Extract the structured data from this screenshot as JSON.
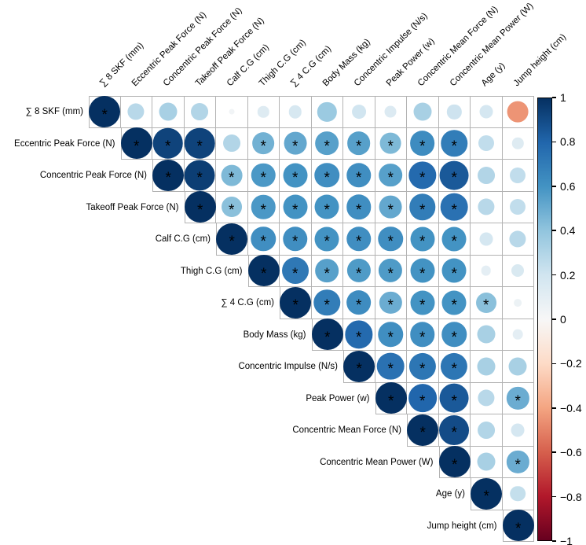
{
  "chart_data": {
    "type": "heatmap",
    "subtype": "bubble-correlation-matrix",
    "triangle": "upper",
    "variables": [
      "∑ 8 SKF (mm)",
      "Eccentric Peak Force (N)",
      "Concentric Peak Force (N)",
      "Takeoff Peak Force (N)",
      "Calf C.G (cm)",
      "Thigh C.G (cm)",
      "∑ 4 C.G (cm)",
      "Body Mass (kg)",
      "Concentric Impulse (N/s)",
      "Peak Power (w)",
      "Concentric Mean Force (N)",
      "Concentric Mean Power (W)",
      "Age (y)",
      "Jump height (cm)"
    ],
    "matrix": [
      [
        1.0,
        0.28,
        0.33,
        0.3,
        0.03,
        0.13,
        0.17,
        0.37,
        0.2,
        0.14,
        0.33,
        0.21,
        0.18,
        -0.45
      ],
      [
        null,
        1.0,
        0.93,
        0.93,
        0.3,
        0.48,
        0.52,
        0.55,
        0.55,
        0.45,
        0.63,
        0.7,
        0.25,
        0.13
      ],
      [
        null,
        null,
        1.0,
        0.95,
        0.45,
        0.58,
        0.6,
        0.62,
        0.62,
        0.55,
        0.78,
        0.85,
        0.3,
        0.25
      ],
      [
        null,
        null,
        null,
        1.0,
        0.42,
        0.58,
        0.6,
        0.6,
        0.62,
        0.52,
        0.7,
        0.75,
        0.28,
        0.25
      ],
      [
        null,
        null,
        null,
        null,
        1.0,
        0.62,
        0.62,
        0.6,
        0.62,
        0.62,
        0.6,
        0.6,
        0.18,
        0.28
      ],
      [
        null,
        null,
        null,
        null,
        null,
        1.0,
        0.72,
        0.55,
        0.57,
        0.57,
        0.6,
        0.6,
        0.1,
        0.16
      ],
      [
        null,
        null,
        null,
        null,
        null,
        null,
        1.0,
        0.7,
        0.63,
        0.5,
        0.6,
        0.6,
        0.42,
        0.06
      ],
      [
        null,
        null,
        null,
        null,
        null,
        null,
        null,
        1.0,
        0.78,
        0.62,
        0.62,
        0.62,
        0.33,
        0.1
      ],
      [
        null,
        null,
        null,
        null,
        null,
        null,
        null,
        null,
        1.0,
        0.75,
        0.73,
        0.73,
        0.33,
        0.33
      ],
      [
        null,
        null,
        null,
        null,
        null,
        null,
        null,
        null,
        null,
        1.0,
        0.8,
        0.85,
        0.28,
        0.5
      ],
      [
        null,
        null,
        null,
        null,
        null,
        null,
        null,
        null,
        null,
        null,
        1.0,
        0.9,
        0.3,
        0.18
      ],
      [
        null,
        null,
        null,
        null,
        null,
        null,
        null,
        null,
        null,
        null,
        null,
        1.0,
        0.33,
        0.5
      ],
      [
        null,
        null,
        null,
        null,
        null,
        null,
        null,
        null,
        null,
        null,
        null,
        null,
        1.0,
        0.24
      ],
      [
        null,
        null,
        null,
        null,
        null,
        null,
        null,
        null,
        null,
        null,
        null,
        null,
        null,
        1.0
      ]
    ],
    "significant": [
      [
        true,
        false,
        false,
        false,
        false,
        false,
        false,
        false,
        false,
        false,
        false,
        false,
        false,
        false
      ],
      [
        null,
        true,
        true,
        true,
        false,
        true,
        true,
        true,
        true,
        true,
        true,
        true,
        false,
        false
      ],
      [
        null,
        null,
        true,
        true,
        true,
        true,
        true,
        true,
        true,
        true,
        true,
        true,
        false,
        false
      ],
      [
        null,
        null,
        null,
        true,
        true,
        true,
        true,
        true,
        true,
        true,
        true,
        true,
        false,
        false
      ],
      [
        null,
        null,
        null,
        null,
        true,
        true,
        true,
        true,
        true,
        true,
        true,
        true,
        false,
        false
      ],
      [
        null,
        null,
        null,
        null,
        null,
        true,
        true,
        true,
        true,
        true,
        true,
        true,
        false,
        false
      ],
      [
        null,
        null,
        null,
        null,
        null,
        null,
        true,
        true,
        true,
        true,
        true,
        true,
        true,
        false
      ],
      [
        null,
        null,
        null,
        null,
        null,
        null,
        null,
        true,
        true,
        true,
        true,
        true,
        false,
        false
      ],
      [
        null,
        null,
        null,
        null,
        null,
        null,
        null,
        null,
        true,
        true,
        true,
        true,
        false,
        false
      ],
      [
        null,
        null,
        null,
        null,
        null,
        null,
        null,
        null,
        null,
        true,
        true,
        true,
        false,
        true
      ],
      [
        null,
        null,
        null,
        null,
        null,
        null,
        null,
        null,
        null,
        null,
        true,
        true,
        false,
        false
      ],
      [
        null,
        null,
        null,
        null,
        null,
        null,
        null,
        null,
        null,
        null,
        null,
        true,
        false,
        true
      ],
      [
        null,
        null,
        null,
        null,
        null,
        null,
        null,
        null,
        null,
        null,
        null,
        null,
        true,
        false
      ],
      [
        null,
        null,
        null,
        null,
        null,
        null,
        null,
        null,
        null,
        null,
        null,
        null,
        null,
        true
      ]
    ],
    "significance_marker": "*",
    "colorbar": {
      "min": -1,
      "max": 1,
      "tick_labels": [
        "1",
        "0.8",
        "0.6",
        "0.4",
        "0.2",
        "0",
        "−0.2",
        "−0.4",
        "−0.6",
        "−0.8",
        "−1"
      ],
      "colormap_stops": [
        "#053061",
        "#2166ac",
        "#4393c3",
        "#92c5de",
        "#d1e5f0",
        "#f7f7f7",
        "#fddbc7",
        "#f4a582",
        "#d6604d",
        "#b2182b",
        "#67001f"
      ]
    },
    "grid_line_color": "#b3b3b3",
    "asterisk_color": "#000000",
    "legend_position": "right"
  }
}
